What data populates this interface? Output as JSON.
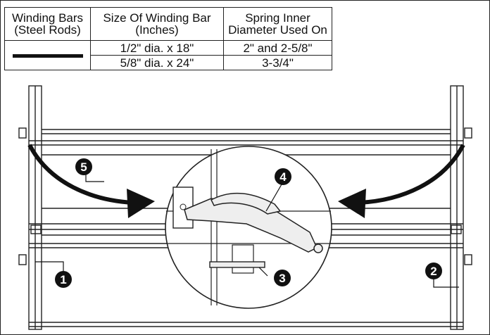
{
  "table": {
    "headers": [
      "Winding Bars\n(Steel Rods)",
      "Size Of Winding Bar\n(Inches)",
      "Spring Inner\nDiameter Used On"
    ],
    "header_lines": [
      [
        "Winding Bars",
        "(Steel Rods)"
      ],
      [
        "Size Of Winding Bar",
        "(Inches)"
      ],
      [
        "Spring Inner",
        "Diameter Used On"
      ]
    ],
    "rows": [
      {
        "size": "1/2\" dia. x 18\"",
        "diameter": "2\" and 2-5/8\""
      },
      {
        "size": "5/8\" dia. x 24\"",
        "diameter": "3-3/4\""
      }
    ]
  },
  "callouts": [
    "1",
    "2",
    "3",
    "4",
    "5"
  ]
}
